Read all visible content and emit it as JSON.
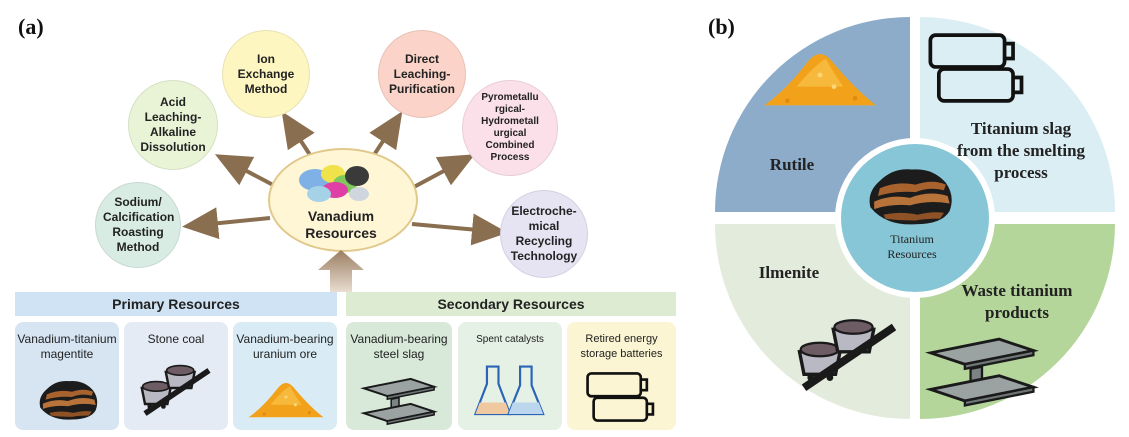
{
  "panel_a": {
    "label": "(a)",
    "center": {
      "line1": "Vanadium",
      "line2": "Resources"
    },
    "methods": [
      {
        "text": "Sodium/ Calcification Roasting Method",
        "color": "#d8ece4"
      },
      {
        "text": "Acid Leaching-Alkaline Dissolution",
        "color": "#e9f3d6"
      },
      {
        "text": "Ion Exchange Method",
        "color": "#fdf6c0"
      },
      {
        "text": "Direct Leaching-Purification",
        "color": "#fbd3c8"
      },
      {
        "text": "Pyrometallu rgical-Hydrometall urgical Combined Process",
        "color": "#fbe0ea"
      },
      {
        "text": "Electroche-mical Recycling Technology",
        "color": "#e6e3f3"
      }
    ],
    "primary": {
      "title": "Primary Resources",
      "color": "#cfe3f4",
      "items": [
        {
          "label": "Vanadium-titanium magentite",
          "icon": "ore-rock-icon",
          "color": "#d7e5f3"
        },
        {
          "label": "Stone coal",
          "icon": "mining-cart-icon",
          "color": "#e4ebf5"
        },
        {
          "label": "Vanadium-bearing uranium ore",
          "icon": "sand-pile-icon",
          "color": "#d9ecf5"
        }
      ]
    },
    "secondary": {
      "title": "Secondary Resources",
      "color": "#dcebd2",
      "items": [
        {
          "label": "Vanadium-bearing steel slag",
          "icon": "steel-beam-icon",
          "color": "#d9e9d9"
        },
        {
          "label": "Spent catalysts",
          "icon": "flask-icon",
          "color": "#e4f1e4"
        },
        {
          "label": "Retired energy storage batteries",
          "icon": "battery-icon",
          "color": "#fbf5d3"
        }
      ]
    }
  },
  "panel_b": {
    "label": "(b)",
    "center": {
      "line1": "Titanium",
      "line2": "Resources"
    },
    "quadrants": [
      {
        "text": "Rutile",
        "icon": "sand-pile-icon",
        "color": "#8dacca"
      },
      {
        "text": "Titanium slag from the smelting process",
        "icon": "battery-icon",
        "color": "#dbeef4"
      },
      {
        "text": "Ilmenite",
        "icon": "mining-cart-icon",
        "color": "#e3ebdc"
      },
      {
        "text": "Waste titanium products",
        "icon": "steel-beam-icon",
        "color": "#b5d69b"
      }
    ]
  }
}
